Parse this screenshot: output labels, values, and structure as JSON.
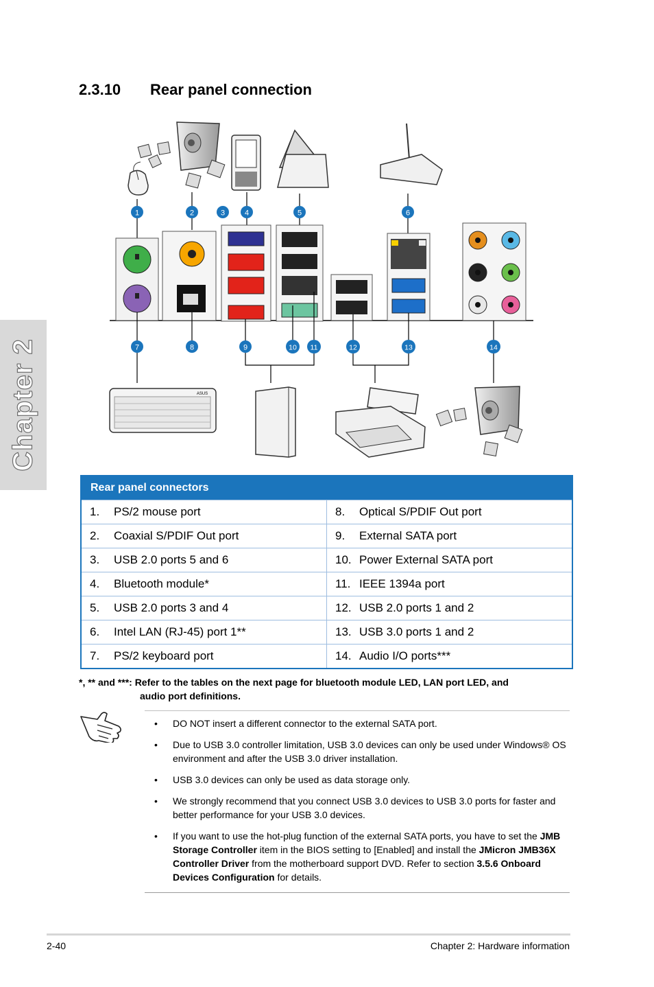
{
  "chapter_tab": "Chapter 2",
  "section": {
    "number": "2.3.10",
    "title": "Rear panel connection"
  },
  "diagram_labels": [
    "1",
    "2",
    "3",
    "4",
    "5",
    "6",
    "7",
    "8",
    "9",
    "10",
    "11",
    "12",
    "13",
    "14"
  ],
  "keyboard_brand": "ASUS",
  "table": {
    "header": "Rear panel connectors",
    "rows": [
      {
        "left": {
          "num": "1.",
          "label": "PS/2 mouse port"
        },
        "right": {
          "num": "8.",
          "label": "Optical S/PDIF Out port"
        }
      },
      {
        "left": {
          "num": "2.",
          "label": "Coaxial S/PDIF Out port"
        },
        "right": {
          "num": "9.",
          "label": "External SATA port"
        }
      },
      {
        "left": {
          "num": "3.",
          "label": "USB 2.0 ports 5 and 6"
        },
        "right": {
          "num": "10.",
          "label": "Power External SATA port"
        }
      },
      {
        "left": {
          "num": "4.",
          "label": "Bluetooth module*"
        },
        "right": {
          "num": "11.",
          "label": "IEEE 1394a port"
        }
      },
      {
        "left": {
          "num": "5.",
          "label": "USB 2.0 ports 3 and 4"
        },
        "right": {
          "num": "12.",
          "label": "USB 2.0 ports 1 and 2"
        }
      },
      {
        "left": {
          "num": "6.",
          "label": "Intel LAN (RJ-45) port 1**"
        },
        "right": {
          "num": "13.",
          "label": "USB 3.0 ports 1 and 2"
        }
      },
      {
        "left": {
          "num": "7.",
          "label": "PS/2 keyboard port"
        },
        "right": {
          "num": "14.",
          "label": "Audio I/O ports***"
        }
      }
    ]
  },
  "footnote": {
    "line1": "*, ** and ***: Refer to the tables on the next page for bluetooth module LED, LAN port LED, and",
    "line2": "audio port definitions."
  },
  "notes": {
    "n1": "DO NOT insert a different connector to the external SATA port.",
    "n2": "Due to USB 3.0 controller limitation, USB 3.0 devices can only be used under Windows® OS environment and after the USB 3.0 driver installation.",
    "n3": "USB 3.0 devices can only be used as data storage only.",
    "n4": "We strongly recommend that you connect USB 3.0 devices to USB 3.0 ports for faster and better performance for your USB 3.0 devices.",
    "n5": {
      "t1": "If you want to use the hot-plug function of the external SATA ports, you have to set the ",
      "b1": "JMB Storage Controller",
      "t2": " item in the BIOS setting to [Enabled] and install the ",
      "b2": "JMicron JMB36X Controller Driver",
      "t3": " from the motherboard support DVD. Refer to section ",
      "b3": "3.5.6 Onboard Devices Configuration",
      "t4": " for details."
    }
  },
  "footer": {
    "page": "2-40",
    "chapter": "Chapter 2: Hardware information"
  },
  "colors": {
    "accent": "#1b75bc",
    "chapter_tab": "#d9d9d9",
    "ps2_mouse": "#3fae49",
    "ps2_keyboard": "#8a63b5",
    "usb2_red": "#e2231a",
    "bluetooth": "#2e3192",
    "esata_green": "#6cc5a0",
    "usb3_blue": "#1d6fc9"
  }
}
